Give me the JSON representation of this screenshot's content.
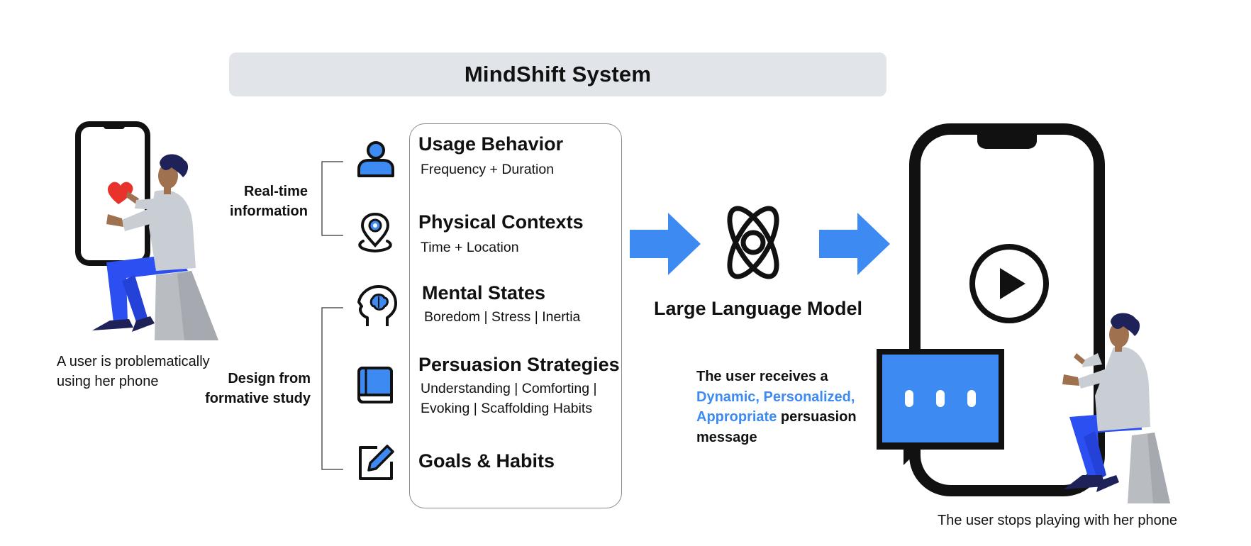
{
  "header": {
    "title": "MindShift System"
  },
  "left_user": {
    "caption_line1": "A user is problematically",
    "caption_line2": "using her phone"
  },
  "group_labels": {
    "realtime_line1": "Real-time",
    "realtime_line2": "information",
    "design_line1": "Design from",
    "design_line2": "formative study"
  },
  "items": [
    {
      "title": "Usage Behavior",
      "sub1": "Frequency + Duration",
      "icon": "person-icon"
    },
    {
      "title": "Physical Contexts",
      "sub1": "Time + Location",
      "icon": "location-pin-icon"
    },
    {
      "title": "Mental States",
      "sub1": "Boredom | Stress | Inertia",
      "icon": "head-brain-icon"
    },
    {
      "title": "Persuasion Strategies",
      "sub1": "Understanding | Comforting |",
      "sub2": "Evoking | Scaffolding Habits",
      "icon": "book-icon"
    },
    {
      "title": "Goals & Habits",
      "icon": "edit-icon"
    }
  ],
  "llm": {
    "label": "Large Language Model",
    "icon": "atom-icon"
  },
  "message": {
    "line1": "The user receives a",
    "highlight1": "Dynamic, Personalized,",
    "highlight2": "Appropriate",
    "line3_rest": " persuasion",
    "line4": "message"
  },
  "right_user": {
    "caption": "The user stops playing with her phone"
  },
  "colors": {
    "accent": "#3d8bf2",
    "blue_pants": "#2b4ff0",
    "title_bg": "#e1e5ea",
    "shirt": "#c9ced5",
    "skin": "#a0714f",
    "hair": "#1f2159"
  }
}
